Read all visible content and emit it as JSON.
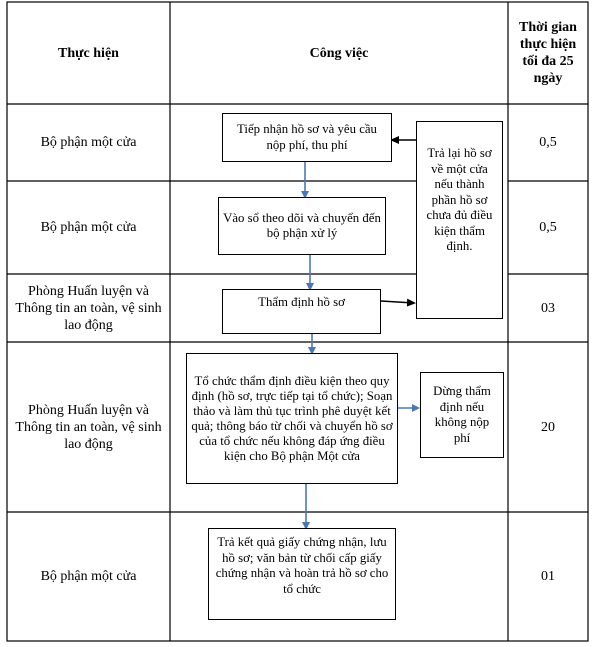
{
  "header": {
    "col1": "Thực hiện",
    "col2": "Công việc",
    "col3": "Thời gian thực hiện tối đa 25 ngày"
  },
  "rows": [
    {
      "actor": "Bộ phận một cửa",
      "days": "0,5"
    },
    {
      "actor": "Bộ phận một cửa",
      "days": "0,5"
    },
    {
      "actor": "Phòng Huấn luyện và Thông tin an toàn, vệ sinh lao động",
      "days": "03"
    },
    {
      "actor": "Phòng Huấn luyện và Thông tin an toàn, vệ sinh lao động",
      "days": "20"
    },
    {
      "actor": "Bộ phận một cửa",
      "days": "01"
    }
  ],
  "steps": {
    "receive": "Tiếp nhận hồ sơ và yêu cầu nộp phí, thu phí",
    "log": "Vào sổ theo dõi và chuyển đến bộ phận xử lý",
    "appraise": "Thẩm định hồ sơ",
    "organize": "Tổ chức thẩm định điều kiện theo quy định (hồ sơ, trực tiếp tại tổ chức); Soạn thảo và làm thủ tục trình phê duyệt kết quả; thông báo từ chối và chuyển hồ sơ của tổ chức nếu không đáp ứng điều kiện cho Bộ phận Một cửa",
    "return": "Trả kết quả giấy chứng nhận, lưu hồ sơ; văn bản từ chối cấp giấy chứng nhận và hoàn trả hồ sơ cho tổ chức"
  },
  "side_notes": {
    "return_to_counter": "Trả lại hồ sơ về một cửa nếu thành phần hồ sơ chưa đủ điều kiện thẩm định.",
    "stop_appraisal": "Dừng thẩm định nếu không nộp phí"
  },
  "colors": {
    "flow_arrow": "#4a78b5",
    "line": "#000000"
  }
}
